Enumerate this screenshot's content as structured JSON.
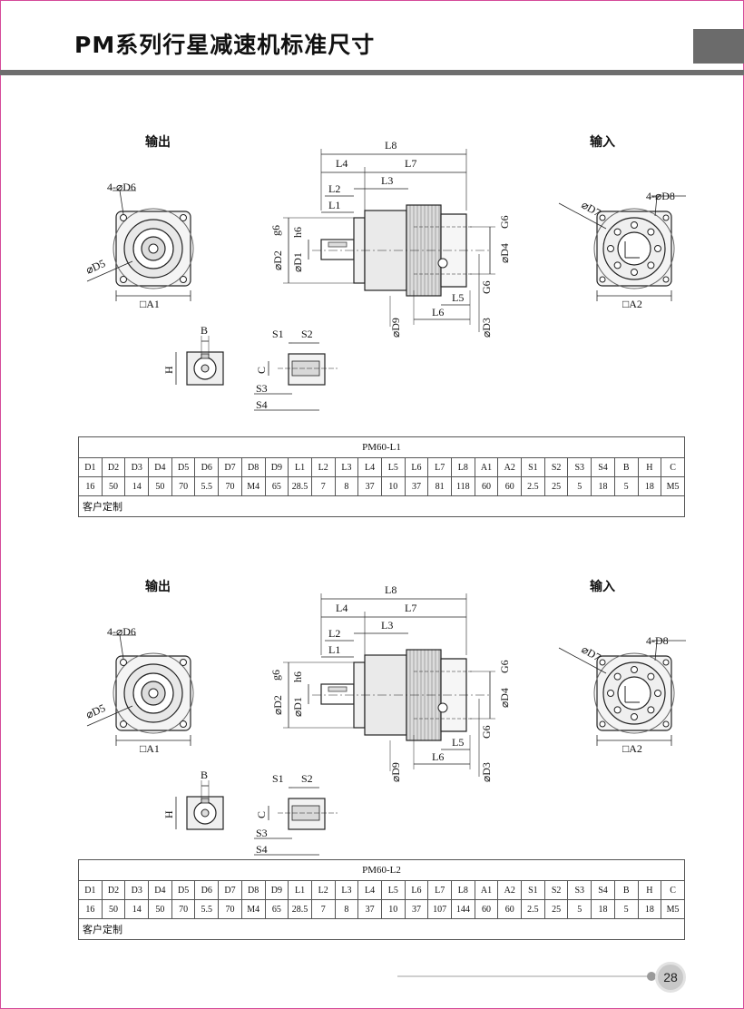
{
  "header": {
    "title": "PM系列行星减速机标准尺寸"
  },
  "sections": [
    {
      "output_label": "输出",
      "input_label": "输入",
      "dims": {
        "L8": "L8",
        "L4": "L4",
        "L7": "L7",
        "L3": "L3",
        "L2": "L2",
        "L1": "L1",
        "D6": "4-⌀D6",
        "D5": "⌀D5",
        "A1": "□A1",
        "D2": "⌀D2",
        "D1": "⌀D1",
        "g6": "g6",
        "h6": "h6",
        "D4": "⌀D4",
        "G6": "G6",
        "D9": "⌀D9",
        "L5": "L5",
        "L6": "L6",
        "D3": "⌀D3",
        "G6b": "G6",
        "D7": "⌀D7",
        "D8": "4-⌀D8",
        "A2": "□A2",
        "B": "B",
        "H": "H",
        "S1": "S1",
        "S2": "S2",
        "C": "C",
        "S3": "S3",
        "S4": "S4"
      },
      "table": {
        "model": "PM60-L1",
        "headers": [
          "D1",
          "D2",
          "D3",
          "D4",
          "D5",
          "D6",
          "D7",
          "D8",
          "D9",
          "L1",
          "L2",
          "L3",
          "L4",
          "L5",
          "L6",
          "L7",
          "L8",
          "A1",
          "A2",
          "S1",
          "S2",
          "S3",
          "S4",
          "B",
          "H",
          "C"
        ],
        "values": [
          "16",
          "50",
          "14",
          "50",
          "70",
          "5.5",
          "70",
          "M4",
          "65",
          "28.5",
          "7",
          "8",
          "37",
          "10",
          "37",
          "81",
          "118",
          "60",
          "60",
          "2.5",
          "25",
          "5",
          "18",
          "5",
          "18",
          "M5"
        ],
        "custom": "客户定制"
      }
    },
    {
      "output_label": "输出",
      "input_label": "输入",
      "dims": {
        "L8": "L8",
        "L4": "L4",
        "L7": "L7",
        "L3": "L3",
        "L2": "L2",
        "L1": "L1",
        "D6": "4-⌀D6",
        "D5": "⌀D5",
        "A1": "□A1",
        "D2": "⌀D2",
        "D1": "⌀D1",
        "g6": "g6",
        "h6": "h6",
        "D4": "⌀D4",
        "G6": "G6",
        "D9": "⌀D9",
        "L5": "L5",
        "L6": "L6",
        "D3": "⌀D3",
        "G6b": "G6",
        "D7": "⌀D7",
        "D8": "4-D8",
        "A2": "□A2",
        "B": "B",
        "H": "H",
        "S1": "S1",
        "S2": "S2",
        "C": "C",
        "S3": "S3",
        "S4": "S4"
      },
      "table": {
        "model": "PM60-L2",
        "headers": [
          "D1",
          "D2",
          "D3",
          "D4",
          "D5",
          "D6",
          "D7",
          "D8",
          "D9",
          "L1",
          "L2",
          "L3",
          "L4",
          "L5",
          "L6",
          "L7",
          "L8",
          "A1",
          "A2",
          "S1",
          "S2",
          "S3",
          "S4",
          "B",
          "H",
          "C"
        ],
        "values": [
          "16",
          "50",
          "14",
          "50",
          "70",
          "5.5",
          "70",
          "M4",
          "65",
          "28.5",
          "7",
          "8",
          "37",
          "10",
          "37",
          "107",
          "144",
          "60",
          "60",
          "2.5",
          "25",
          "5",
          "18",
          "5",
          "18",
          "M5"
        ],
        "custom": "客户定制"
      }
    }
  ],
  "footer": {
    "page_number": "28"
  }
}
